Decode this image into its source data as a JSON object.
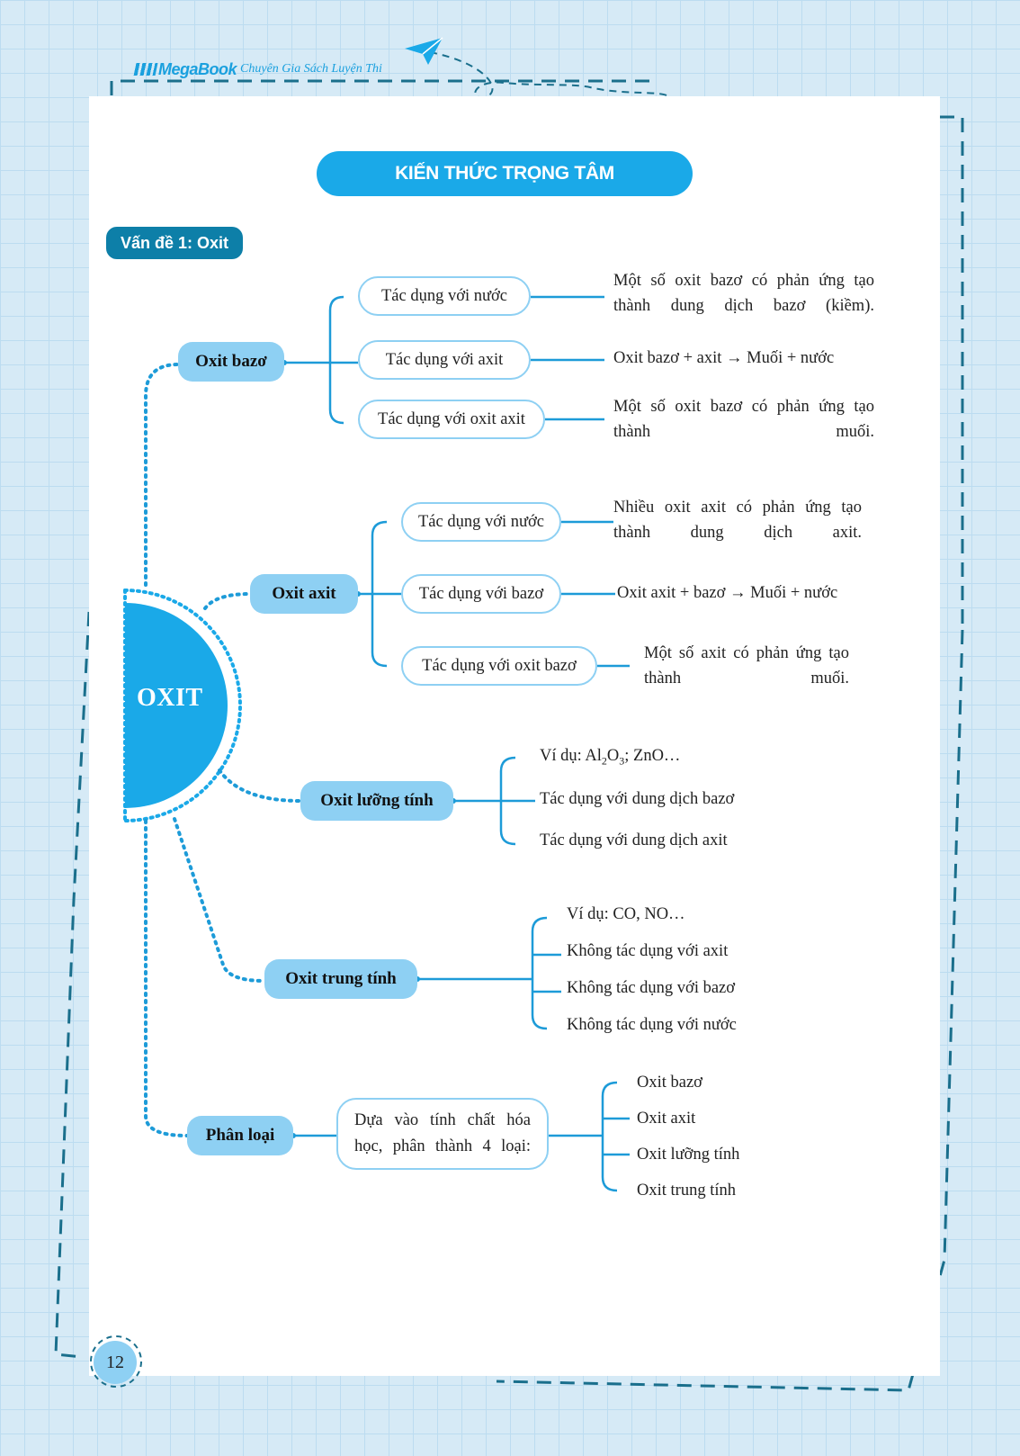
{
  "header": {
    "brand_logo": "MegaBook",
    "brand_tagline": "Chuyên Gia Sách Luyện Thi",
    "title": "KIẾN THỨC TRỌNG TÂM"
  },
  "section": {
    "label": "Vấn đề 1: Oxit"
  },
  "center": {
    "label": "OXIT"
  },
  "oxit_bazo": {
    "label": "Oxit bazơ",
    "branches": [
      {
        "label": "Tác dụng với nước",
        "note": "Một số oxit bazơ có phản ứng tạo thành dung dịch bazơ (kiềm)."
      },
      {
        "label": "Tác dụng với axit",
        "note": "Oxit bazơ + axit → Muối + nước"
      },
      {
        "label": "Tác dụng với oxit axit",
        "note": "Một số oxit bazơ có phản ứng tạo thành muối."
      }
    ]
  },
  "oxit_axit": {
    "label": "Oxit axit",
    "branches": [
      {
        "label": "Tác dụng với nước",
        "note": "Nhiều oxit axit có phản ứng tạo thành dung dịch axit."
      },
      {
        "label": "Tác dụng với bazơ",
        "note": "Oxit axit + bazơ → Muối + nước"
      },
      {
        "label": "Tác dụng với oxit bazơ",
        "note": "Một số axit có phản ứng tạo thành muối."
      }
    ]
  },
  "oxit_luong_tinh": {
    "label": "Oxit lưỡng tính",
    "example_prefix": "Ví dụ: Al",
    "example_sub1": "2",
    "example_mid": "O",
    "example_sub2": "3",
    "example_suffix": "; ZnO…",
    "items": [
      "Tác dụng với dung dịch bazơ",
      "Tác dụng với dung dịch axit"
    ]
  },
  "oxit_trung_tinh": {
    "label": "Oxit trung tính",
    "items": [
      "Ví dụ: CO, NO…",
      "Không tác dụng với axit",
      "Không tác dụng với bazơ",
      "Không tác dụng với nước"
    ]
  },
  "phan_loai": {
    "label": "Phân loại",
    "description": "Dựa vào tính chất hóa học, phân thành 4 loại:",
    "items": [
      "Oxit bazơ",
      "Oxit axit",
      "Oxit lưỡng tính",
      "Oxit trung tính"
    ]
  },
  "footer": {
    "page_number": "12"
  },
  "colors": {
    "accent": "#1aa9e8",
    "light": "#8ed0f3",
    "dark": "#0d7fa8",
    "connector": "#1d9bd8"
  }
}
